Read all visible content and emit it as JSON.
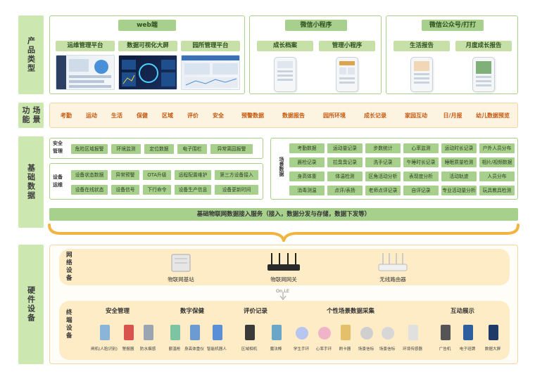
{
  "sections": {
    "product": "产品类型",
    "scene": "场景功能",
    "basic_data": "基础数据",
    "hardware": "硬件设备"
  },
  "product": {
    "web": {
      "title": "web端",
      "items": [
        "运维管理平台",
        "数据可视化大屏",
        "园所管理平台"
      ]
    },
    "mini": {
      "title": "微信小程序",
      "items": [
        "成长档案",
        "管理小程序"
      ]
    },
    "gzh": {
      "title": "微信公众号/打打",
      "items": [
        "生活报告",
        "月度成长报告"
      ]
    }
  },
  "scenes": [
    "考勤",
    "运动",
    "生活",
    "保健",
    "区域",
    "评价",
    "安全",
    "预警数据",
    "数据报告",
    "园所环境",
    "成长记录",
    "家园互动",
    "日/月报",
    "幼儿数据预览"
  ],
  "basic": {
    "safety_label": "安全管理",
    "safety_items": [
      "危险区域报警",
      "环境监测",
      "定位数据",
      "电子围栏",
      "异常离园报警"
    ],
    "ops_label": "设备运维",
    "ops_row1": [
      "设备状态数据",
      "异常预警",
      "OTA升级",
      "远程配置维护",
      "第三方设备接入"
    ],
    "ops_row2": [
      "设备在线状态",
      "设备信号",
      "下行命令",
      "设备生产信息",
      "设备更新时间"
    ],
    "scene_label": "场景数据",
    "scene_rows": [
      [
        "考勤数据",
        "运动量记录",
        "步数统计",
        "心率监测",
        "运动时长记录",
        "户外人员分布"
      ],
      [
        "晨检记录",
        "拉臭臭记录",
        "洗手记录",
        "午睡时长记录",
        "睡眠质量检测",
        "相片/视频数据"
      ],
      [
        "身高体重",
        "体温检测",
        "区角活动分析",
        "表现度分析",
        "活动轨迹",
        "人员分布"
      ],
      [
        "消毒测温",
        "点评/表扬",
        "老师点评记录",
        "自评记录",
        "专业活动量分析",
        "玩具教具检测"
      ]
    ],
    "iot_bar": "基础物联网数据接入服务（接入，数据分发与存储，数据下发等）"
  },
  "hardware": {
    "network_label": "网络设备",
    "network_items": [
      "物联网基站",
      "物联网网关",
      "无线路由器"
    ],
    "lte": "On.LE",
    "terminal_label": "终端设备",
    "categories": [
      "安全管理",
      "数字保健",
      "评价记录",
      "个性场景数据采集",
      "互动展示"
    ],
    "devices": [
      "闸机(人脸识别)",
      "警报器",
      "防水烟感",
      "额温枪",
      "身高体重仪",
      "智能机器人",
      "区域相机",
      "魔法棒",
      "学生手环",
      "心率手环",
      "刷卡器",
      "场景信标",
      "场景信标",
      "环境传感器",
      "广告机",
      "电子班牌",
      "数据大屏"
    ]
  },
  "colors": {
    "green": "#a8d08d",
    "light_green": "#cde7b0",
    "orange": "#f7c873",
    "accent": "#c55a11"
  }
}
